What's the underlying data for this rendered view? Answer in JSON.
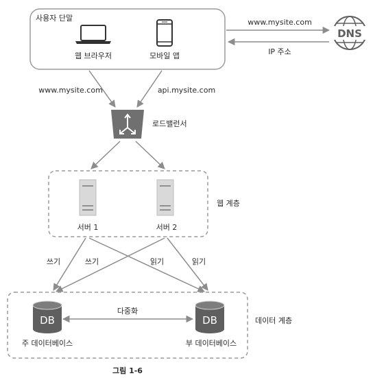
{
  "user_terminal": {
    "title": "사용자 단말",
    "web_browser": "웹 브라우저",
    "mobile_app": "모바일 앱"
  },
  "dns": {
    "icon_text": "DNS",
    "request_label": "www.mysite.com",
    "response_label": "IP 주소"
  },
  "lb": {
    "web_request": "www.mysite.com",
    "api_request": "api.mysite.com",
    "label": "로드밸런서"
  },
  "web_tier": {
    "label": "웹 계층",
    "server1": "서버 1",
    "server2": "서버 2"
  },
  "edges": {
    "write1": "쓰기",
    "write2": "쓰기",
    "read1": "읽기",
    "read2": "읽기"
  },
  "data_tier": {
    "label": "데이터 계층",
    "db_icon": "DB",
    "primary": "주 데이터베이스",
    "secondary": "부 데이터베이스",
    "replication": "다중화"
  },
  "caption": "그림 1-6",
  "colors": {
    "line": "#8c8c8c",
    "box": "#9a9a9a",
    "icon_dark": "#5f5f5f",
    "icon_mid": "#7d7d7d",
    "server_fill": "#d9d9d9"
  }
}
